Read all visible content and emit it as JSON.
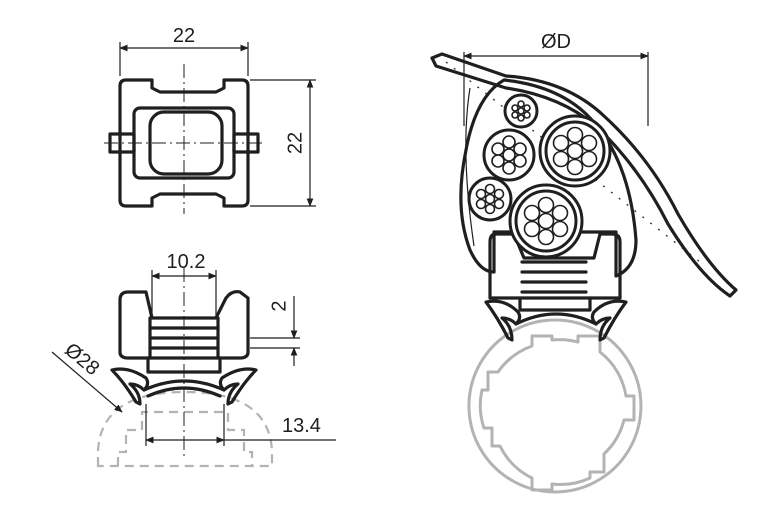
{
  "dimensions": {
    "top_width": "22",
    "top_height": "22",
    "slot_width": "10.2",
    "slot_depth": "2",
    "pipe_diameter": "Ø28",
    "base_width": "13.4",
    "cable_bundle_diameter": "ØD"
  },
  "colors": {
    "line": "#1f1f1f",
    "pipe_outline": "#b3b3b3",
    "background": "#ffffff"
  }
}
